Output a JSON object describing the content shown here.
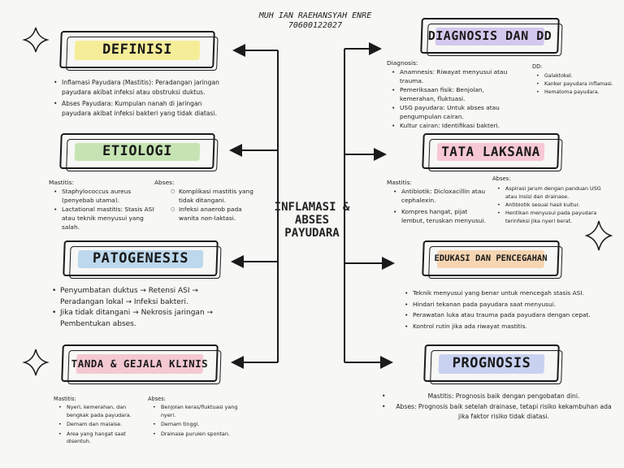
{
  "author": {
    "name": "MUH IAN RAEHANSYAH ENRE",
    "id": "70600122027"
  },
  "center_title": [
    "INFLAMASI &",
    "ABSES",
    "PAYUDARA"
  ],
  "colors": {
    "definisi": "#f5e97a",
    "etiologi": "#b5dd9c",
    "patogenesis": "#a9cde8",
    "tanda": "#f3b8c4",
    "diagnosis": "#c7b8ea",
    "tatalaksana": "#f5b8c8",
    "edukasi": "#f6c99b",
    "prognosis": "#b8c4ee"
  },
  "definisi": {
    "title": "DEFINISI",
    "items": [
      "Inflamasi Payudara (Mastitis): Peradangan jaringan payudara akibat infeksi atau obstruksi duktus.",
      "Abses Payudara: Kumpulan nanah di jaringan payudara akibat infeksi bakteri yang tidak diatasi."
    ]
  },
  "etiologi": {
    "title": "ETIOLOGI",
    "mastitis_label": "Mastitis:",
    "mastitis": [
      "Staphylococcus aureus (penyebab utama).",
      "Lactational mastitis: Stasis ASI atau teknik menyusui yang salah."
    ],
    "abses_label": "Abses:",
    "abses": [
      "Komplikasi mastitis yang tidak ditangani.",
      "Infeksi anaerob pada wanita non-laktasi."
    ]
  },
  "patogenesis": {
    "title": "PATOGENESIS",
    "items": [
      "Penyumbatan duktus → Retensi ASI → Peradangan lokal → Infeksi bakteri.",
      "Jika tidak ditangani → Nekrosis jaringan → Pembentukan abses."
    ]
  },
  "tanda": {
    "title": "TANDA & GEJALA KLINIS",
    "mastitis_label": "Mastitis:",
    "mastitis": [
      "Nyeri, kemerahan, dan bengkak pada payudara.",
      "Demam dan malaise.",
      "Area yang hangat saat disentuh."
    ],
    "abses_label": "Abses:",
    "abses": [
      "Benjolan keras/fluktuasi yang nyeri.",
      "Demam tinggi.",
      "Drainase purulen spontan."
    ]
  },
  "diagnosis": {
    "title": "DIAGNOSIS DAN DD",
    "diagnosis_label": "Diagnosis:",
    "diagnosis": [
      "Anamnesis: Riwayat menyusui atau trauma.",
      "Pemeriksaan fisik: Benjolan, kemerahan, fluktuasi.",
      "USG payudara: Untuk abses atau pengumpulan cairan.",
      "Kultur cairan: Identifikasi bakteri."
    ],
    "dd_label": "DD:",
    "dd": [
      "Galaktokel.",
      "Kanker payudara inflamasi.",
      "Hematoma payudara."
    ]
  },
  "tatalaksana": {
    "title": "TATA LAKSANA",
    "mastitis_label": "Mastitis:",
    "mastitis": [
      "Antibiotik: Dicloxacillin atau cephalexin.",
      "Kompres hangat, pijat lembut, teruskan menyusui."
    ],
    "abses_label": "Abses:",
    "abses": [
      "Aspirasi jarum dengan panduan USG atau insisi dan drainase.",
      "Antibiotik sesuai hasil kultur.",
      "Hentikan menyusui pada payudara terinfeksi jika nyeri berat."
    ]
  },
  "edukasi": {
    "title": "EDUKASI DAN PENCEGAHAN",
    "items": [
      "Teknik menyusui yang benar untuk mencegah stasis ASI.",
      "Hindari tekanan pada payudara saat menyusui.",
      "Perawatan luka atau trauma pada payudara dengan cepat.",
      "Kontrol rutin jika ada riwayat mastitis."
    ]
  },
  "prognosis": {
    "title": "PROGNOSIS",
    "items": [
      "Mastitis: Prognosis baik dengan pengobatan dini.",
      "Abses: Prognosis baik setelah drainase, tetapi risiko kekambuhan ada jika faktor risiko tidak diatasi."
    ]
  }
}
